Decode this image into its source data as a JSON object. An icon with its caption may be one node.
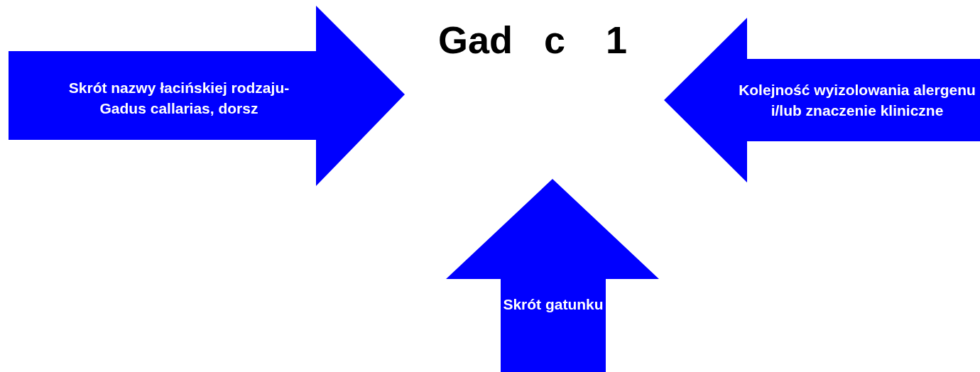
{
  "diagram": {
    "nodes": [
      {
        "text": [
          "Skrót nazwy łacińskiej rodzaju- Gadus callarias, dorsz"
        ]
      },
      {
        "text": [
          "Kolejność wyizolowania alergenu i/lub znaczenie kliniczne"
        ]
      },
      {
        "text": [
          "Skrót gatunku"
        ]
      }
    ],
    "labels": [
      "Gad",
      "c",
      "1"
    ]
  }
}
